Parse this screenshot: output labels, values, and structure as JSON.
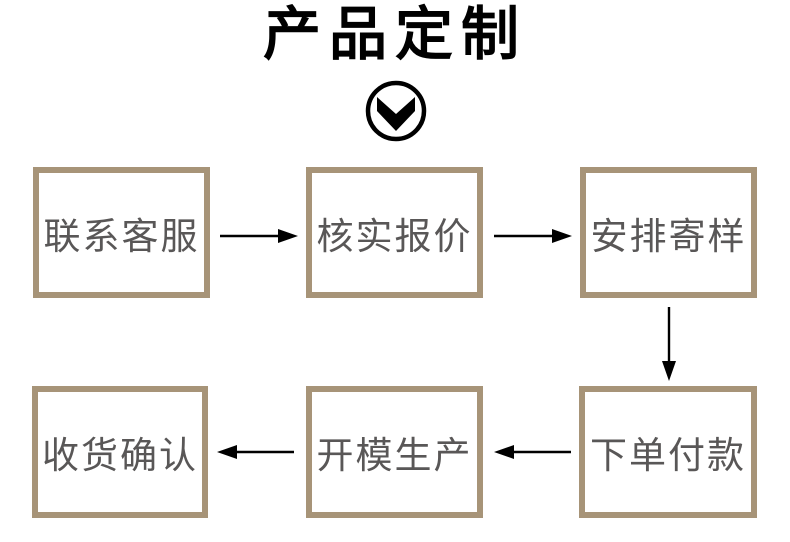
{
  "title": "产品定制",
  "flow_icon": "chevron-down-circle",
  "steps": [
    {
      "id": 1,
      "label": "联系客服"
    },
    {
      "id": 2,
      "label": "核实报价"
    },
    {
      "id": 3,
      "label": "安排寄样"
    },
    {
      "id": 4,
      "label": "下单付款"
    },
    {
      "id": 5,
      "label": "开模生产"
    },
    {
      "id": 6,
      "label": "收货确认"
    }
  ],
  "flow_order": "top row left to right (1→2→3), down, bottom row right to left (4→5→6)",
  "colors": {
    "box_border": "#a79478",
    "step_text": "#595757",
    "title_text": "#000000",
    "arrow": "#000000",
    "background": "#ffffff"
  }
}
